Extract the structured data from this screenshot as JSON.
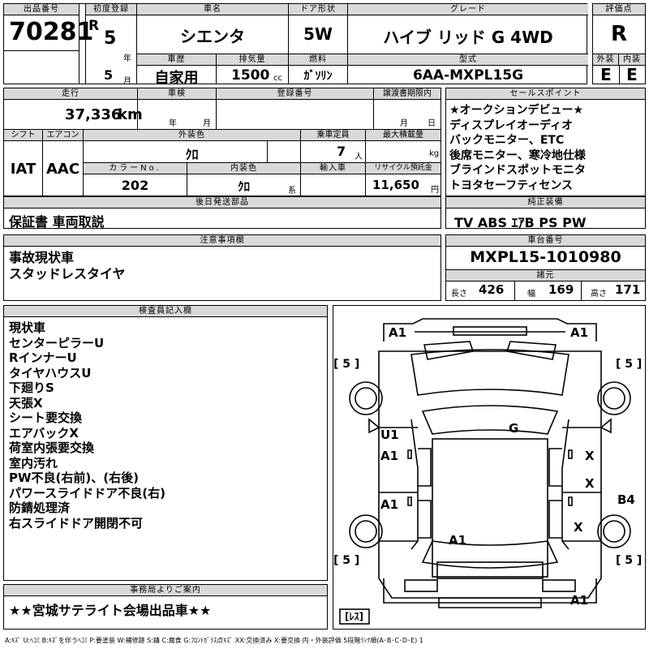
{
  "row1": {
    "lot_label": "出品番号",
    "lot": "70281",
    "first_reg_label": "初度登録",
    "era": "R",
    "year": "5",
    "year_unit": "年",
    "month": "5",
    "month_unit": "月",
    "name_label": "車名",
    "name": "シエンタ",
    "door_label": "ドア形状",
    "door": "5W",
    "grade_label": "グレード",
    "grade": "ハイブ リッド G 4WD",
    "score_label": "評価点",
    "score": "R",
    "history_label": "車歴",
    "history": "自家用",
    "disp_label": "排気量",
    "disp": "1500",
    "disp_unit": "cc",
    "fuel_label": "燃料",
    "fuel": "ｶﾞｿﾘﾝ",
    "model_label": "型式",
    "model": "6AA-MXPL15G",
    "ext_label": "外装",
    "ext": "E",
    "int_label": "内装",
    "int": "E"
  },
  "row2": {
    "mileage_label": "走行",
    "mileage": "37,336",
    "mileage_unit": "km",
    "inspect_label": "車検",
    "inspect_year_unit": "年",
    "inspect_month_unit": "月",
    "plate_label": "登録番号",
    "transfer_label": "譲渡書期限内",
    "transfer_month_unit": "月",
    "transfer_day_unit": "日",
    "shift_label": "シフト",
    "shift": "IAT",
    "ac_label": "エアコン",
    "ac": "AAC",
    "color_label": "外装色",
    "color": "ｸﾛ",
    "cap_label": "乗車定員",
    "cap": "7",
    "cap_unit": "人",
    "load_label": "最大積載量",
    "load_unit": "kg",
    "colorno_label": "カラーNo.",
    "colorno": "202",
    "intcolor_label": "内装色",
    "intcolor": "ｸﾛ",
    "intcolor_unit": "系",
    "import_label": "輸入車",
    "recycle_label": "リサイクル預託金",
    "recycle": "11,650",
    "recycle_unit": "円",
    "sales_label": "セールスポイント",
    "sales": [
      "★オークションデビュー★",
      "ディスプレイオーディオ",
      "バックモニター、ETC",
      "後席モニター、寒冷地仕様",
      "ブラインドスポットモニタ",
      "トヨタセーフティセンス"
    ]
  },
  "parts": {
    "label": "後日発送部品",
    "value": "保証書 車両取説"
  },
  "equip": {
    "label": "純正装備",
    "value": "TV ABS ｴｱB PS PW"
  },
  "caution": {
    "label": "注意事項欄",
    "lines": [
      "事故現状車",
      "スタッドレスタイヤ"
    ]
  },
  "chassis": {
    "label": "車台番号",
    "value": "MXPL15-1010980",
    "spec_label": "諸元",
    "len_label": "長さ",
    "len": "426",
    "wid_label": "幅",
    "wid": "169",
    "hei_label": "高さ",
    "hei": "171"
  },
  "inspector": {
    "label": "検査員記入欄",
    "lines": [
      "現状車",
      "センターピラーU",
      "RインナーU",
      "タイヤハウスU",
      "下廻りS",
      "天張X",
      "シート要交換",
      "エアバックX",
      "荷室内張要交換",
      "室内汚れ",
      "PW不良(右前)、(右後)",
      "パワースライドドア不良(右)",
      "防錆処理済",
      "右スライドドア開閉不可"
    ]
  },
  "diagram": {
    "marks": [
      "A1",
      "A1",
      "U1",
      "A1",
      "A1",
      "A1",
      "G",
      "X",
      "X",
      "B4",
      "X",
      "A1"
    ],
    "tires": [
      "[ 5 ]",
      "[ 5 ]",
      "[ 5 ]",
      "[ 5 ]"
    ],
    "spare": "[ﾚｽ]"
  },
  "office": {
    "label": "事務局よりご案内",
    "value": "★★宮城サテライト会場出品車★★"
  },
  "legend": "A:ｷｽﾞ U:ﾍｺﾐ B:ｷｽﾞを伴うﾍｺﾐ P:要塗装 W:補修跡 S:錆 C:腐食 G:ﾌﾛﾝﾄｶﾞﾗｽ点ｷｽﾞ XX:交換済み X:要交換 内・外装評価 5段階ﾗﾝｸ順(A･B･C･D･E) 1"
}
